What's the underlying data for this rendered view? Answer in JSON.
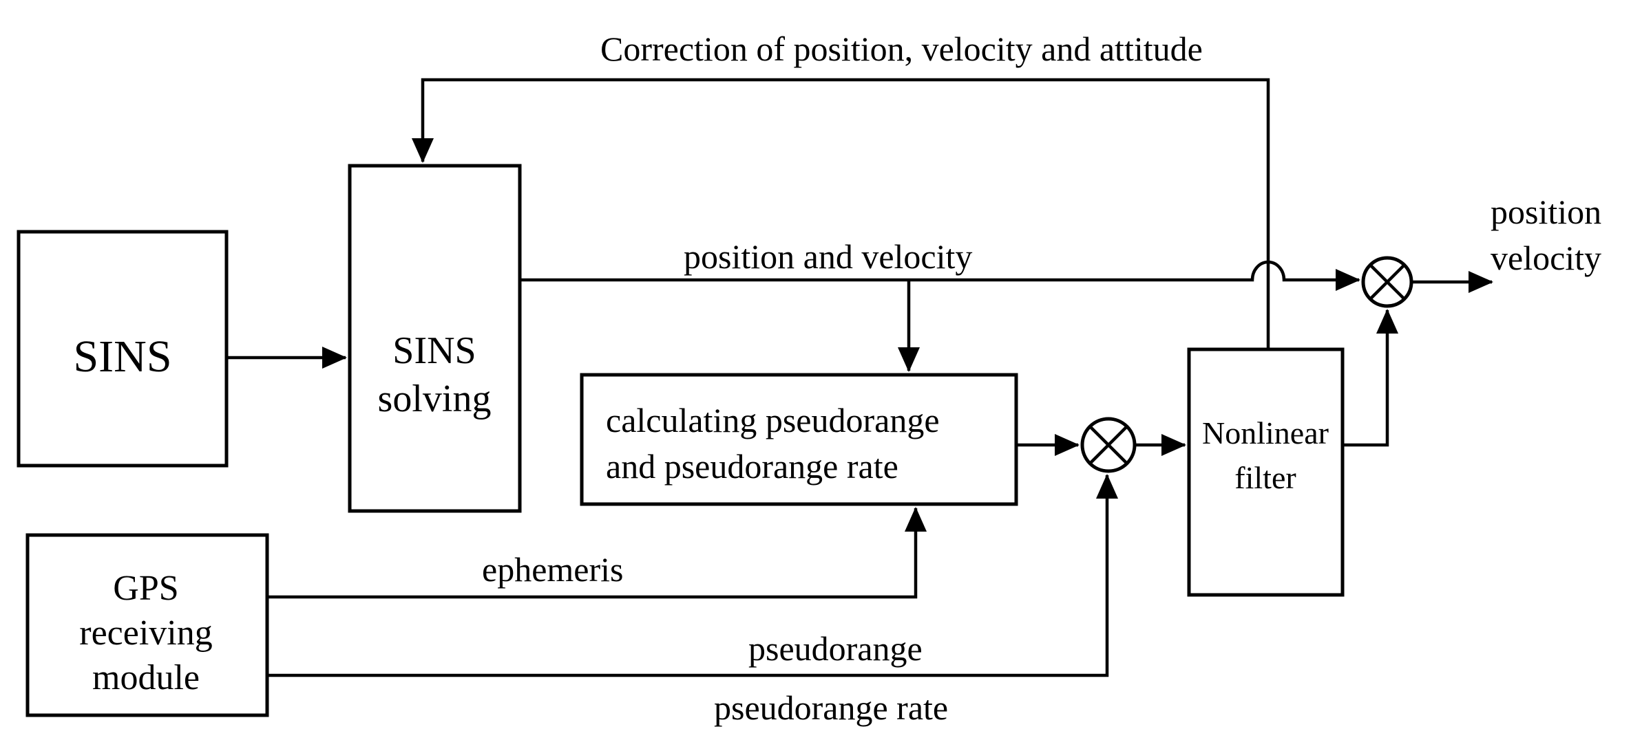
{
  "figure": {
    "background_color": "#ffffff",
    "ink_color": "#000000",
    "type": "block-diagram",
    "topic": "SINS/GPS tightly-coupled navigation with nonlinear filter"
  },
  "blocks": {
    "sins": {
      "label": "SINS"
    },
    "sins_solving": {
      "line1": "SINS",
      "line2": "solving"
    },
    "gps": {
      "line1": "GPS",
      "line2": "receiving",
      "line3": "module"
    },
    "calc": {
      "line1": "calculating pseudorange",
      "line2": "and pseudorange rate"
    },
    "filter": {
      "line1": "Nonlinear",
      "line2": "filter"
    }
  },
  "labels": {
    "correction": "Correction of position, velocity and attitude",
    "position_velocity": "position and velocity",
    "ephemeris": "ephemeris",
    "pseudorange": "pseudorange",
    "pseudorange_rate": "pseudorange rate",
    "output_line1": "position",
    "output_line2": "velocity"
  }
}
